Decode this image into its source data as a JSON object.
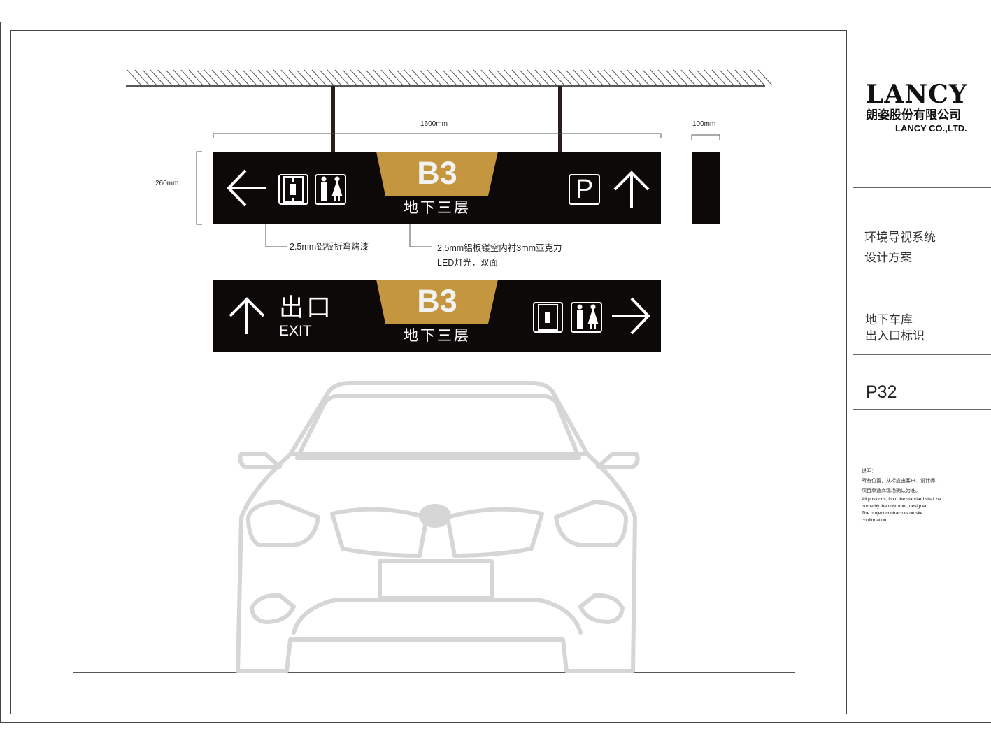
{
  "drawing": {
    "dim_width": "1600mm",
    "dim_height": "260mm",
    "dim_depth": "100mm",
    "note1": "2.5mm铝板折弯烤漆",
    "note2_line1": "2.5mm铝板镂空内衬3mm亚克力",
    "note2_line2": "LED灯光，双面",
    "sign1": {
      "level": "B3",
      "level_cn": "地下三层",
      "parking": "P",
      "icons": [
        "left-arrow-icon",
        "elevator-icon",
        "restroom-icon",
        "parking-icon",
        "up-arrow-icon"
      ]
    },
    "sign2": {
      "exit_cn": "出口",
      "exit_en": "EXIT",
      "level": "B3",
      "level_cn": "地下三层",
      "icons": [
        "up-arrow-icon",
        "elevator-icon",
        "restroom-icon",
        "right-arrow-icon"
      ]
    },
    "colors": {
      "sign_bg": "#0d0908",
      "gold": "#c4963f",
      "car": "#d6d6d6"
    }
  },
  "titleblock": {
    "brand": "LANCY",
    "company_cn": "朗姿股份有限公司",
    "company_en": "LANCY CO.,LTD.",
    "project_line1": "环境导视系统",
    "project_line2": "设计方案",
    "section_line1": "地下车库",
    "section_line2": "出入口标识",
    "page": "P32",
    "remarks": [
      "说明：",
      "所有位置，从标应由客户、设计师、",
      "项目承造商现场确认为准。",
      "All positions, from the standard shall be",
      "borne by the customer, designer,",
      "The project contractors on site",
      "confirmation."
    ]
  }
}
